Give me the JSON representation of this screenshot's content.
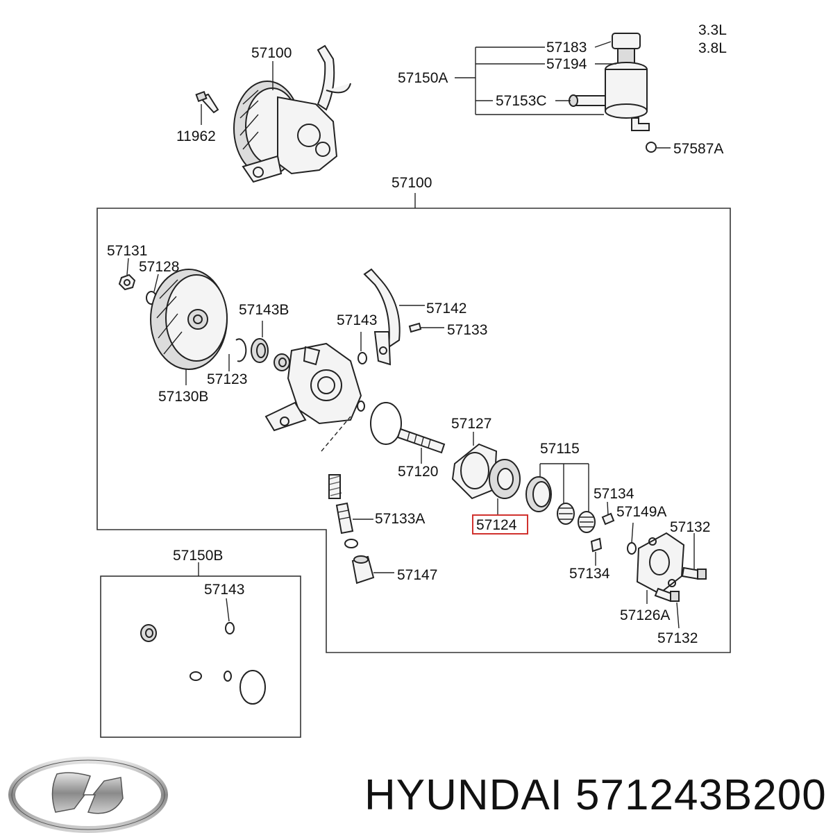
{
  "engine": {
    "line1": "3.3L",
    "line2": "3.8L"
  },
  "labels": {
    "top_pump": "57100",
    "bolt": "11962",
    "res_cap": "57183",
    "res_194": "57194",
    "res_assy": "57150A",
    "res_153c": "57153C",
    "res_587a": "57587A",
    "main_box": "57100",
    "nut": "57131",
    "washer": "57128",
    "bearing": "57143B",
    "snap_ring": "57123",
    "pulley": "57130B",
    "oring_top": "57143",
    "pipe": "57142",
    "pipe_bolt": "57133",
    "plate_gasket": "57127",
    "shaft": "57120",
    "ring_set": "57115",
    "pin_top": "57134",
    "valve": "57133A",
    "selected_part": "57124",
    "oring_149a": "57149A",
    "bolt_132_top": "57132",
    "fitting": "57147",
    "pin_bottom": "57134",
    "cover": "57126A",
    "bolt_132_bottom": "57132",
    "kit": "57150B",
    "kit_oring": "57143"
  },
  "footer": {
    "brand": "HYUNDAI",
    "part_number": "571243B200"
  },
  "colors": {
    "highlight": "#d0312d",
    "line": "#222222"
  }
}
